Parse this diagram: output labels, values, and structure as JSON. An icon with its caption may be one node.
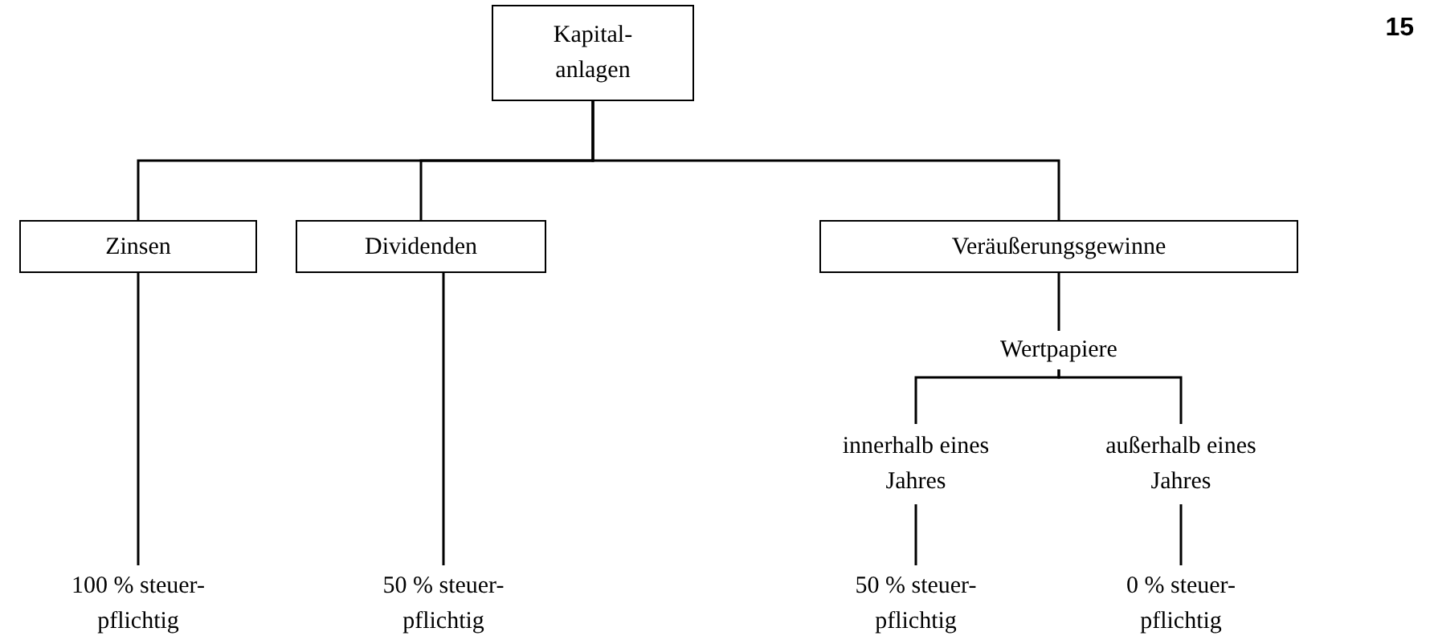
{
  "diagram": {
    "nodes": [
      {
        "text": [
          "Kapital- anlagen"
        ]
      },
      {
        "text": [
          "Zinsen"
        ]
      },
      {
        "text": [
          "Dividenden"
        ]
      },
      {
        "text": [
          "Veräußerungsgewinne"
        ]
      },
      {
        "text": [
          "100 % steuer- pflichtig"
        ]
      },
      {
        "text": [
          "50 % steuer- pflichtig"
        ]
      },
      {
        "text": [
          "Wertpapiere"
        ]
      },
      {
        "text": [
          "innerhalb eines Jahres"
        ]
      },
      {
        "text": [
          "außerhalb eines Jahres"
        ]
      },
      {
        "text": [
          "50 % steuer- pflichtig"
        ]
      },
      {
        "text": [
          "0 % steuer- pflichtig"
        ]
      }
    ],
    "edges": [
      {
        "from": 0,
        "to": 1,
        "arrow": "none"
      },
      {
        "from": 0,
        "to": 2,
        "arrow": "none"
      },
      {
        "from": 0,
        "to": 3,
        "arrow": "none"
      },
      {
        "from": 1,
        "to": 4,
        "arrow": "none"
      },
      {
        "from": 2,
        "to": 5,
        "arrow": "none"
      },
      {
        "from": 3,
        "to": 6,
        "arrow": "none"
      },
      {
        "from": 6,
        "to": 7,
        "arrow": "none"
      },
      {
        "from": 6,
        "to": 8,
        "arrow": "none"
      },
      {
        "from": 7,
        "to": 9,
        "arrow": "none"
      },
      {
        "from": 8,
        "to": 10,
        "arrow": "none"
      }
    ],
    "labels": [
      "15"
    ]
  }
}
